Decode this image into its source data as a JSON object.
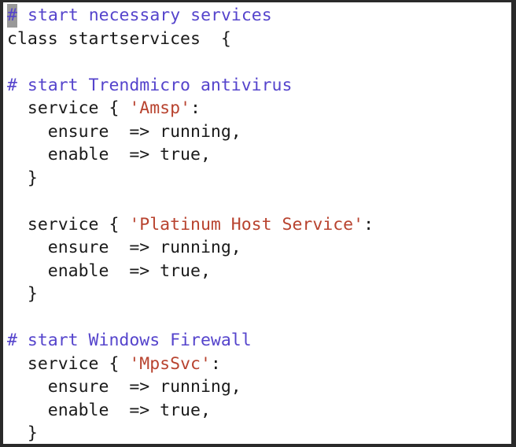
{
  "editor": {
    "language": "puppet",
    "kind": "code-block",
    "colors": {
      "background": "#ffffff",
      "border": "#2a2a2a",
      "comment": "#5544cc",
      "string": "#b8432f",
      "code": "#1a1a1a",
      "cursor_highlight": "#999999"
    },
    "cursor": {
      "line": 1,
      "column": 1,
      "character": "#",
      "highlighted": true
    }
  },
  "lines": [
    {
      "n": 1,
      "blank": false,
      "cursor_first_char": true,
      "tokens": [
        {
          "type": "comment",
          "text": "#"
        },
        {
          "type": "comment",
          "text": " start necessary services"
        }
      ]
    },
    {
      "n": 2,
      "blank": false,
      "cursor_first_char": false,
      "tokens": [
        {
          "type": "code",
          "text": "class startservices  {"
        }
      ]
    },
    {
      "n": 3,
      "blank": true,
      "cursor_first_char": false,
      "tokens": []
    },
    {
      "n": 4,
      "blank": false,
      "cursor_first_char": false,
      "tokens": [
        {
          "type": "comment",
          "text": "# start Trendmicro antivirus"
        }
      ]
    },
    {
      "n": 5,
      "blank": false,
      "cursor_first_char": false,
      "tokens": [
        {
          "type": "code",
          "text": "  service { "
        },
        {
          "type": "string",
          "text": "'Amsp'"
        },
        {
          "type": "code",
          "text": ":"
        }
      ]
    },
    {
      "n": 6,
      "blank": false,
      "cursor_first_char": false,
      "tokens": [
        {
          "type": "code",
          "text": "    ensure  => running,"
        }
      ]
    },
    {
      "n": 7,
      "blank": false,
      "cursor_first_char": false,
      "tokens": [
        {
          "type": "code",
          "text": "    enable  => true,"
        }
      ]
    },
    {
      "n": 8,
      "blank": false,
      "cursor_first_char": false,
      "tokens": [
        {
          "type": "code",
          "text": "  }"
        }
      ]
    },
    {
      "n": 9,
      "blank": true,
      "cursor_first_char": false,
      "tokens": []
    },
    {
      "n": 10,
      "blank": false,
      "cursor_first_char": false,
      "tokens": [
        {
          "type": "code",
          "text": "  service { "
        },
        {
          "type": "string",
          "text": "'Platinum Host Service'"
        },
        {
          "type": "code",
          "text": ":"
        }
      ]
    },
    {
      "n": 11,
      "blank": false,
      "cursor_first_char": false,
      "tokens": [
        {
          "type": "code",
          "text": "    ensure  => running,"
        }
      ]
    },
    {
      "n": 12,
      "blank": false,
      "cursor_first_char": false,
      "tokens": [
        {
          "type": "code",
          "text": "    enable  => true,"
        }
      ]
    },
    {
      "n": 13,
      "blank": false,
      "cursor_first_char": false,
      "tokens": [
        {
          "type": "code",
          "text": "  }"
        }
      ]
    },
    {
      "n": 14,
      "blank": true,
      "cursor_first_char": false,
      "tokens": []
    },
    {
      "n": 15,
      "blank": false,
      "cursor_first_char": false,
      "tokens": [
        {
          "type": "comment",
          "text": "# start Windows Firewall"
        }
      ]
    },
    {
      "n": 16,
      "blank": false,
      "cursor_first_char": false,
      "tokens": [
        {
          "type": "code",
          "text": "  service { "
        },
        {
          "type": "string",
          "text": "'MpsSvc'"
        },
        {
          "type": "code",
          "text": ":"
        }
      ]
    },
    {
      "n": 17,
      "blank": false,
      "cursor_first_char": false,
      "tokens": [
        {
          "type": "code",
          "text": "    ensure  => running,"
        }
      ]
    },
    {
      "n": 18,
      "blank": false,
      "cursor_first_char": false,
      "tokens": [
        {
          "type": "code",
          "text": "    enable  => true,"
        }
      ]
    },
    {
      "n": 19,
      "blank": false,
      "cursor_first_char": false,
      "tokens": [
        {
          "type": "code",
          "text": "  }"
        }
      ]
    },
    {
      "n": 20,
      "blank": false,
      "cursor_first_char": false,
      "tokens": [
        {
          "type": "code",
          "text": "}"
        }
      ]
    }
  ]
}
